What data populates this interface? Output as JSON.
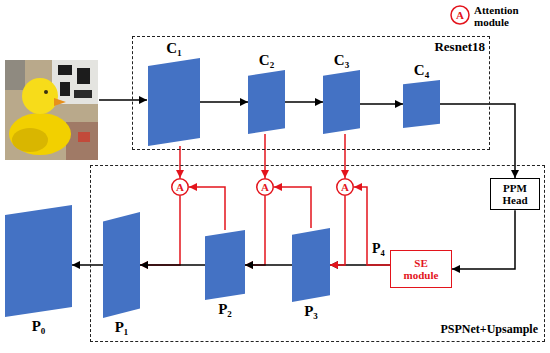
{
  "diagram": {
    "nodes": [
      {
        "text": [
          "Resnet18"
        ]
      },
      {
        "text": [
          "C₁"
        ],
        "in": 0
      },
      {
        "text": [
          "C₂"
        ],
        "in": 0
      },
      {
        "text": [
          "C₃"
        ],
        "in": 0
      },
      {
        "text": [
          "C₄"
        ],
        "in": 0
      },
      {
        "text": [
          "PSPNet+Upsample"
        ]
      },
      {
        "text": [
          "PPM Head"
        ],
        "in": 5
      },
      {
        "text": [
          "A"
        ],
        "in": 5
      },
      {
        "text": [
          "A"
        ],
        "in": 5
      },
      {
        "text": [
          "A"
        ],
        "in": 5
      },
      {
        "text": [
          "SE module"
        ],
        "in": 5
      },
      {
        "text": [
          "P₃"
        ],
        "in": 5
      },
      {
        "text": [
          "P₂"
        ],
        "in": 5
      },
      {
        "text": [
          "P₁"
        ],
        "in": 5
      },
      {
        "text": [
          "P₀"
        ]
      }
    ],
    "edges": [
      {
        "from": 1,
        "to": 2,
        "arrow": "to"
      },
      {
        "from": 2,
        "to": 3,
        "arrow": "to"
      },
      {
        "from": 3,
        "to": 4,
        "arrow": "to"
      },
      {
        "from": 4,
        "to": 6,
        "arrow": "to"
      },
      {
        "from": 6,
        "to": 10,
        "arrow": "to"
      },
      {
        "from": 10,
        "to": 11,
        "arrow": "to"
      },
      {
        "from": 10,
        "to": 9,
        "label": "P₄",
        "arrow": "to"
      },
      {
        "from": 1,
        "to": 7,
        "arrow": "to"
      },
      {
        "from": 2,
        "to": 8,
        "arrow": "to"
      },
      {
        "from": 3,
        "to": 9,
        "arrow": "to"
      },
      {
        "from": 12,
        "to": 7,
        "arrow": "to"
      },
      {
        "from": 11,
        "to": 8,
        "arrow": "to"
      },
      {
        "from": 7,
        "to": 13,
        "arrow": "to"
      },
      {
        "from": 8,
        "to": 12,
        "arrow": "to"
      },
      {
        "from": 9,
        "to": 11,
        "arrow": "to"
      },
      {
        "from": 11,
        "to": 12,
        "arrow": "to"
      },
      {
        "from": 12,
        "to": 13,
        "arrow": "to"
      },
      {
        "from": 13,
        "to": 14,
        "arrow": "to"
      }
    ],
    "labels": [
      "A"
    ],
    "legend": [
      {
        "text": "Attention module"
      }
    ]
  }
}
